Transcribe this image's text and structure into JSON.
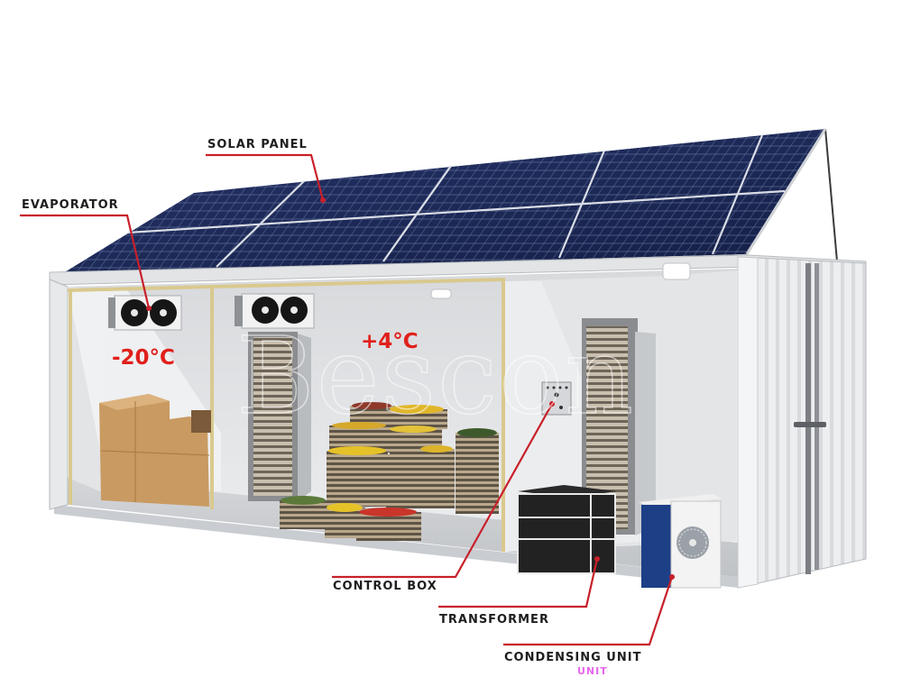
{
  "diagram": {
    "type": "product-cutaway-illustration",
    "subject": "Solar powered container cold room",
    "colors": {
      "callout_line": "#c8202a",
      "callout_text": "#1e1e1e",
      "temperature_text": "#e0201b",
      "solar_panel": "#1c2a52",
      "panel_grid": "#8a9cc0",
      "container_white": "#eeeff0",
      "insulation_trim": "#d9c98e",
      "cardboard": "#c89a62",
      "condenser_blue": "#1d3f86"
    },
    "callouts": [
      {
        "id": "solar-panel",
        "label": "SOLAR PANEL"
      },
      {
        "id": "evaporator",
        "label": "EVAPORATOR"
      },
      {
        "id": "control-box",
        "label": "CONTROL BOX"
      },
      {
        "id": "transformer",
        "label": "TRANSFORMER"
      },
      {
        "id": "condensing-unit",
        "label": "CONDENSING UNIT"
      }
    ],
    "rooms": [
      {
        "id": "freezer-room",
        "temperature": "-20°C",
        "contents": "cardboard boxes"
      },
      {
        "id": "chiller-room",
        "temperature": "+4°C",
        "contents": "crates of fruit and vegetables"
      },
      {
        "id": "machine-room",
        "contents": "control box, transformer/battery stack, condensing unit"
      }
    ],
    "watermark": "Bescon",
    "artifact_text": "UNIT"
  }
}
